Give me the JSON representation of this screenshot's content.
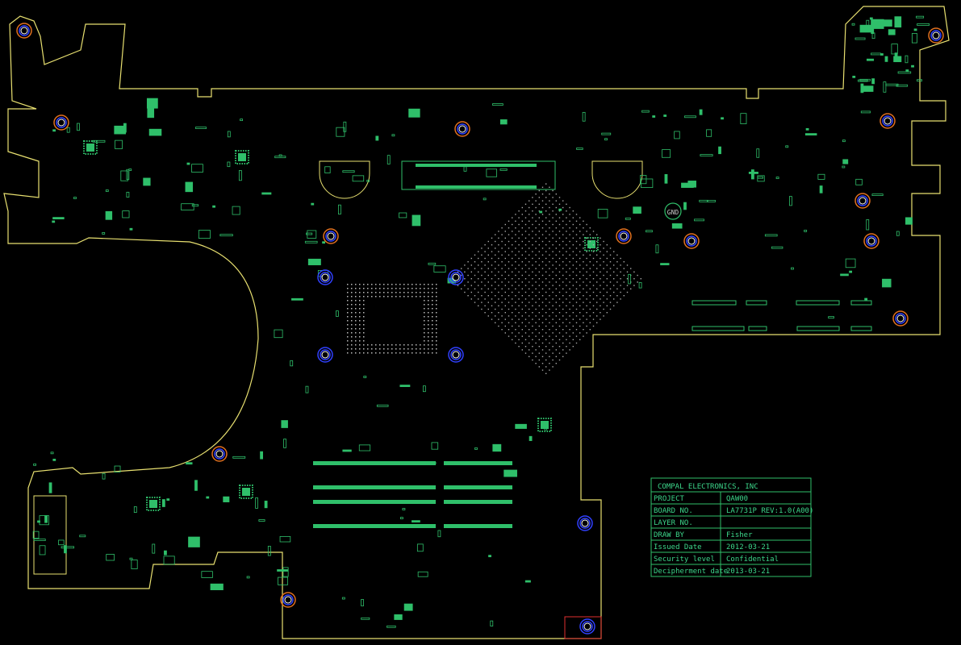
{
  "title_block": {
    "company": "COMPAL ELECTRONICS, INC",
    "rows": [
      {
        "label": "PROJECT",
        "value": "QAW00"
      },
      {
        "label": "BOARD NO.",
        "value": "LA7731P   REV:1.0(A00)"
      },
      {
        "label": "LAYER NO.",
        "value": ""
      },
      {
        "label": "DRAW BY",
        "value": "Fisher"
      },
      {
        "label": "Issued Date",
        "value": "2012-03-21"
      },
      {
        "label": "Security level",
        "value": "Confidential"
      },
      {
        "label": "Decipherment date",
        "value": "2013-03-21"
      }
    ]
  },
  "gnd_label": "GND",
  "colors": {
    "background": "#000000",
    "outline": "#e8e070",
    "component": "#2fbf6a",
    "hole_ring_blue": "#3040ff",
    "hole_ring_orange": "#e07020",
    "title_text": "#3cd68a"
  }
}
